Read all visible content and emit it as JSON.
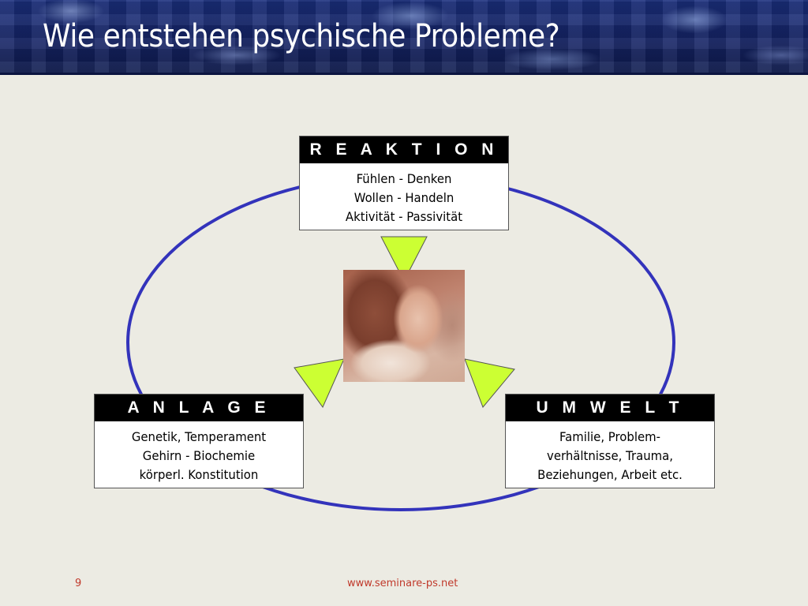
{
  "title": "Wie entstehen psychische Probleme?",
  "boxes": {
    "reaktion": {
      "heading": "R E A K T I O N",
      "lines": [
        "Fühlen - Denken",
        "Wollen - Handeln",
        "Aktivität - Passivität"
      ]
    },
    "anlage": {
      "heading": "A N L A G E",
      "lines": [
        "Genetik, Temperament",
        "Gehirn - Biochemie",
        "körperl. Konstitution"
      ]
    },
    "umwelt": {
      "heading": "U M W E L T",
      "lines": [
        "Familie, Problem-",
        "verhältnisse, Trauma,",
        "Beziehungen, Arbeit etc."
      ]
    }
  },
  "footer": {
    "page_number": "9",
    "url": "www.seminare-ps.net"
  },
  "colors": {
    "ring": "#3333bb",
    "arrow_fill": "#ccff33",
    "box_head": "#000000",
    "footer_text": "#c0392b"
  },
  "icons": {
    "portrait": "woman-portrait-image",
    "arrows": "triangle-arrow-icon"
  }
}
